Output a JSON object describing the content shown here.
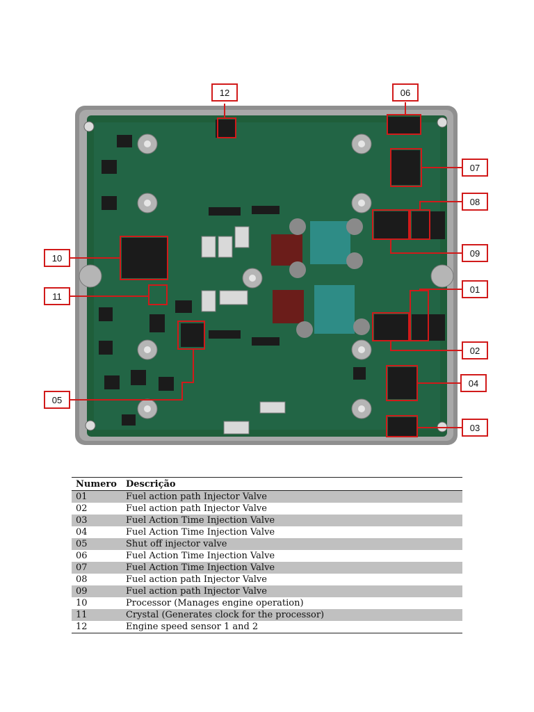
{
  "figure": {
    "callouts": [
      "12",
      "06",
      "07",
      "08",
      "09",
      "10",
      "11",
      "01",
      "02",
      "04",
      "05",
      "03"
    ]
  },
  "table": {
    "headers": [
      "Numero",
      "Descrição"
    ],
    "rows": [
      [
        "01",
        "Fuel action path Injector Valve"
      ],
      [
        "02",
        "Fuel action path Injector Valve"
      ],
      [
        "03",
        "Fuel Action Time Injection Valve"
      ],
      [
        "04",
        "Fuel Action Time Injection Valve"
      ],
      [
        "05",
        "Shut off injector valve"
      ],
      [
        "06",
        "Fuel Action Time Injection Valve"
      ],
      [
        "07",
        "Fuel Action Time Injection Valve"
      ],
      [
        "08",
        "Fuel action path Injector Valve"
      ],
      [
        "09",
        "Fuel action path Injector Valve"
      ],
      [
        "10",
        "Processor (Manages engine operation)"
      ],
      [
        "11",
        "Crystal (Generates clock for the processor)"
      ],
      [
        "12",
        "Engine speed sensor 1 and 2"
      ]
    ]
  },
  "colors": {
    "callout_border": "#d11a1a",
    "pcb_green": "#1f5e3a",
    "housing": "#9a9a9a",
    "row_shade": "#c0c0c0"
  }
}
